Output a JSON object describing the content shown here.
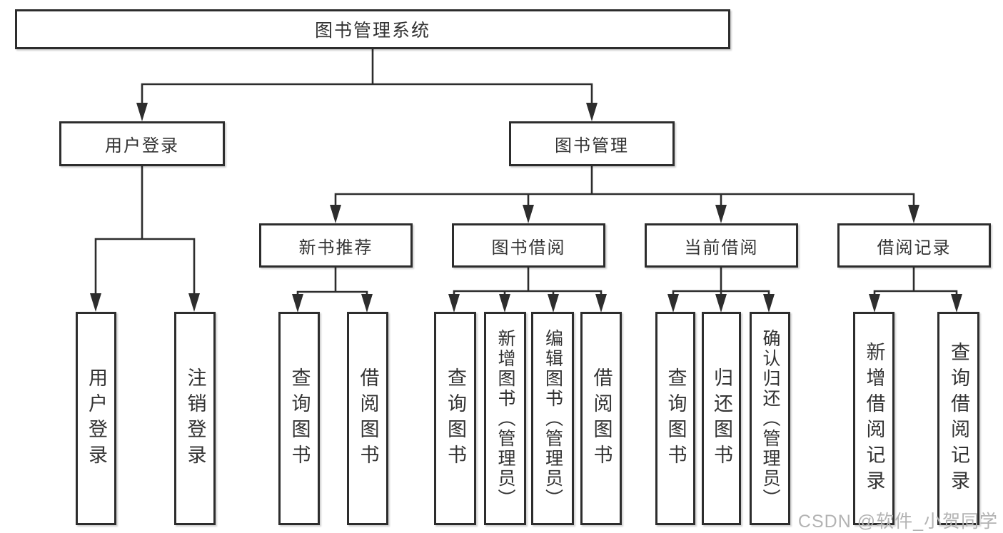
{
  "root": {
    "label": "图书管理系统"
  },
  "branches": {
    "user_login": {
      "label": "用户登录",
      "children": [
        "用户登录",
        "注销登录"
      ]
    },
    "book_management": {
      "label": "图书管理",
      "sections": {
        "new_book_recommend": {
          "label": "新书推荐",
          "children": [
            "查询图书",
            "借阅图书"
          ]
        },
        "book_borrow": {
          "label": "图书借阅",
          "children": [
            "查询图书",
            "新增图书（管理员）",
            "编辑图书（管理员）",
            "借阅图书"
          ]
        },
        "current_borrow": {
          "label": "当前借阅",
          "children": [
            "查询图书",
            "归还图书",
            "确认归还（管理员）"
          ]
        },
        "borrow_record": {
          "label": "借阅记录",
          "children": [
            "新增借阅记录",
            "查询借阅记录"
          ]
        }
      }
    }
  },
  "watermark": {
    "text": "CSDN @软件_小贺同学"
  },
  "colors": {
    "line": "#2d2d2d",
    "box_border": "#2d2d2d",
    "text": "#333333",
    "background": "#ffffff",
    "watermark": "#b3b3b3"
  }
}
